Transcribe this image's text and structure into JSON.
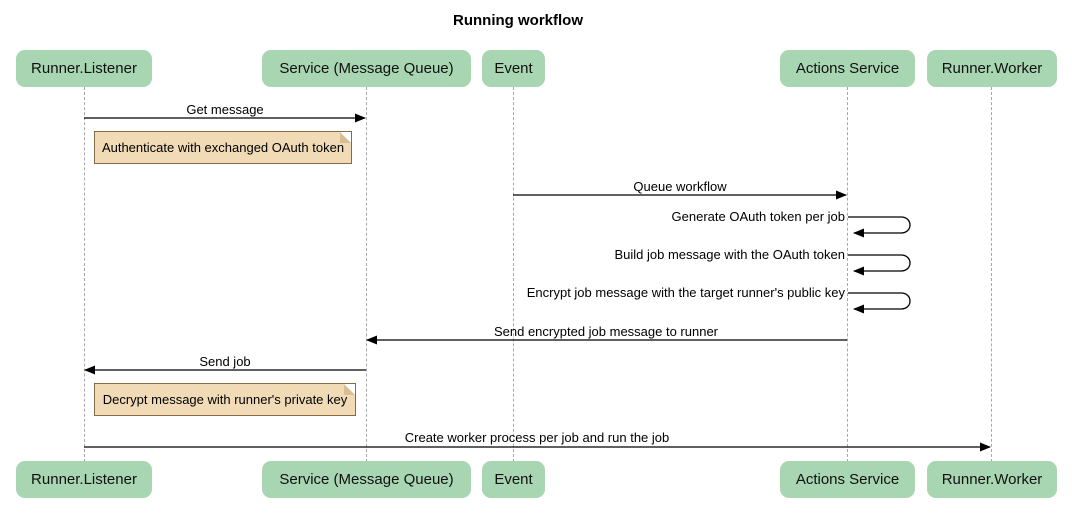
{
  "title": "Running workflow",
  "diagram": {
    "type": "sequence",
    "participants": [
      {
        "name": "Runner.Listener"
      },
      {
        "name": "Service (Message Queue)"
      },
      {
        "name": "Event"
      },
      {
        "name": "Actions Service"
      },
      {
        "name": "Runner.Worker"
      }
    ],
    "messages": [
      {
        "kind": "arrow",
        "from": "Runner.Listener",
        "to": "Service (Message Queue)",
        "label": "Get message"
      },
      {
        "kind": "note",
        "over": "Runner.Listener",
        "label": "Authenticate with exchanged OAuth token"
      },
      {
        "kind": "arrow",
        "from": "Event",
        "to": "Actions Service",
        "label": "Queue workflow"
      },
      {
        "kind": "self",
        "on": "Actions Service",
        "label": "Generate OAuth token per job"
      },
      {
        "kind": "self",
        "on": "Actions Service",
        "label": "Build job message with the OAuth token"
      },
      {
        "kind": "self",
        "on": "Actions Service",
        "label": "Encrypt job message with the target runner's public key"
      },
      {
        "kind": "arrow",
        "from": "Actions Service",
        "to": "Service (Message Queue)",
        "label": "Send encrypted job message to runner"
      },
      {
        "kind": "arrow",
        "from": "Service (Message Queue)",
        "to": "Runner.Listener",
        "label": "Send job"
      },
      {
        "kind": "note",
        "over": "Runner.Listener",
        "label": "Decrypt message with runner's private key"
      },
      {
        "kind": "arrow",
        "from": "Runner.Listener",
        "to": "Runner.Worker",
        "label": "Create worker process per job and run the job"
      }
    ],
    "colors": {
      "participant_fill": "#A8D5B2",
      "note_fill": "#F0DBB6",
      "note_border": "#8A6A43",
      "note_fold": "#D9BE93",
      "lifeline": "#A8A8A8",
      "arrow": "#000000",
      "text": "#000000",
      "background": "#FFFFFF"
    }
  }
}
